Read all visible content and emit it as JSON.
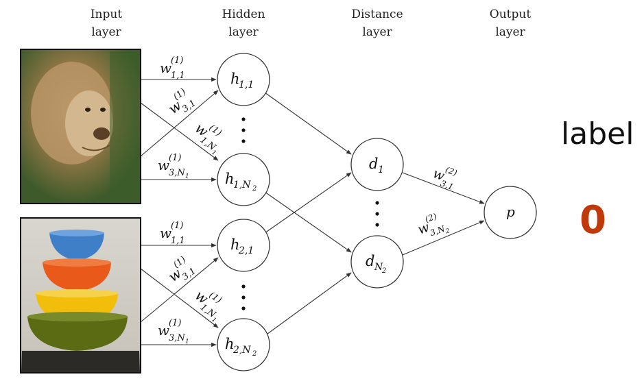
{
  "columns": {
    "input": [
      "Input",
      "layer"
    ],
    "hidden": [
      "Hidden",
      "layer"
    ],
    "distance": [
      "Distance",
      "layer"
    ],
    "output": [
      "Output",
      "layer"
    ]
  },
  "nodes": {
    "h11": {
      "base": "h",
      "sub": "1,1"
    },
    "h1N": {
      "base": "h",
      "sub": "1,N",
      "subsub": "2"
    },
    "h21": {
      "base": "h",
      "sub": "2,1"
    },
    "h2N": {
      "base": "h",
      "sub": "2,N",
      "subsub": "2"
    },
    "d1": {
      "base": "d",
      "sub": "1"
    },
    "dN": {
      "base": "d",
      "sub": "N",
      "subsub": "2"
    },
    "p": {
      "base": "p"
    }
  },
  "weights": {
    "top": {
      "w11": {
        "base": "w",
        "sup": "(1)",
        "sub": "1,1"
      },
      "w31": {
        "base": "w",
        "sup": "(1)",
        "sub": "3,1"
      },
      "w1N": {
        "base": "w",
        "sup": "(1)",
        "sub": "1,N",
        "subsub": "1"
      },
      "w3N": {
        "base": "w",
        "sup": "(1)",
        "sub": "3,N",
        "subsub": "1"
      }
    },
    "bottom": {
      "w11": {
        "base": "w",
        "sup": "(1)",
        "sub": "1,1"
      },
      "w31": {
        "base": "w",
        "sup": "(1)",
        "sub": "3,1"
      },
      "w1N": {
        "base": "w",
        "sup": "(1)",
        "sub": "1,N",
        "subsub": "1"
      },
      "w3N": {
        "base": "w",
        "sup": "(1)",
        "sub": "3,N",
        "subsub": "1"
      }
    },
    "out1": {
      "base": "w",
      "sup": "(2)",
      "sub": "3,1"
    },
    "out2": {
      "base": "w",
      "sup": "(2)",
      "sub": "3,N",
      "subsub": "2"
    }
  },
  "label": {
    "word": "label",
    "value": "0"
  },
  "images": {
    "top": "lion-photo",
    "bottom": "stacked-bowls-photo"
  },
  "colors": {
    "label_value": "#c0390b",
    "bowl_blue": "#3f7fc8",
    "bowl_orange": "#e8591a",
    "bowl_yellow": "#f2be0c",
    "bowl_green": "#5a6b14"
  }
}
